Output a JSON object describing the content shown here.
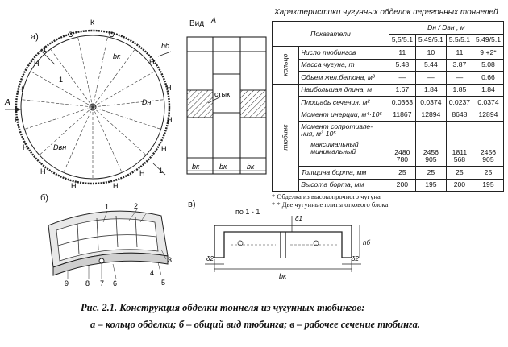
{
  "figure": {
    "label_a": "а)",
    "label_b": "б)",
    "label_v": "в)",
    "ring": {
      "top_letter": "К",
      "c_letters": [
        "С",
        "С"
      ],
      "h_letters": [
        "Н",
        "Н",
        "Н",
        "Н",
        "Н",
        "Н",
        "Н",
        "Н",
        "Н",
        "Н",
        "Н",
        "Н"
      ],
      "dim_bk": "bк",
      "dim_hb": "hб",
      "dim_dn": "Dн",
      "dim_dvn": "Dвн",
      "marks": [
        "1",
        "1",
        "1"
      ],
      "section_mark": "1",
      "arrow_a": "A"
    },
    "view": {
      "label": "Вид",
      "mark": "A",
      "joint_label": "стык",
      "dims": [
        "bк",
        "bк",
        "bк"
      ]
    },
    "tubing_numbers": [
      "1",
      "2",
      "3",
      "4",
      "5",
      "6",
      "7",
      "8",
      "9"
    ],
    "section": {
      "title": "по 1 - 1",
      "delta1": "δ1",
      "delta2a": "δ2",
      "delta2b": "δ2",
      "hb": "hб",
      "bk": "bк"
    }
  },
  "table": {
    "title": "Характеристики чугунных обделок перегонных тоннелей",
    "header_param": "Показатели",
    "header_dim": "Dн / Dвн , м",
    "columns": [
      "5,5/5.1",
      "5.49/5.1",
      "5.5/5.1",
      "5.49/5.1"
    ],
    "group_ring": "кольцо",
    "group_tubing": "тюбинг",
    "rows": [
      {
        "label": "Число тюбингов",
        "values": [
          "11",
          "10",
          "11",
          "9 +2*"
        ]
      },
      {
        "label": "Масса чугуна, т",
        "values": [
          "5.48",
          "5.44",
          "3.87",
          "5.08"
        ]
      },
      {
        "label": "Объем жел.бетона, м³",
        "values": [
          "—",
          "—",
          "—",
          "0.66"
        ]
      },
      {
        "label": "Наибольшая длина, м",
        "values": [
          "1.67",
          "1.84",
          "1.85",
          "1.84"
        ]
      },
      {
        "label": "Площадь сечения, м²",
        "values": [
          "0.0363",
          "0.0374",
          "0.0237",
          "0.0374"
        ]
      },
      {
        "label": "Момент инерции, м⁴·10⁶",
        "values": [
          "11867",
          "12894",
          "8648",
          "12894"
        ]
      },
      {
        "label": "Толщина борта, мм",
        "values": [
          "25",
          "25",
          "25",
          "25"
        ]
      },
      {
        "label": "Высота борта, мм",
        "values": [
          "200",
          "195",
          "200",
          "195"
        ]
      }
    ],
    "moment_resist": {
      "label1": "Момент сопротивле-",
      "label2": "ния, м³·10⁵",
      "label_max": "максимальный",
      "label_min": "минимальный",
      "max": [
        "2480",
        "2456",
        "1811",
        "2456"
      ],
      "min": [
        "780",
        "905",
        "568",
        "905"
      ]
    },
    "notes": [
      "* Обделка из высокопрочного чугуна",
      "* * Две чугунные плиты откового блока"
    ]
  },
  "caption": {
    "line1": "Рис. 2.1. Конструкция обделки тоннеля из чугунных тюбингов:",
    "line2": "а – кольцо обделки; б – общий вид тюбинга; в – рабочее сечение тюбинга."
  }
}
